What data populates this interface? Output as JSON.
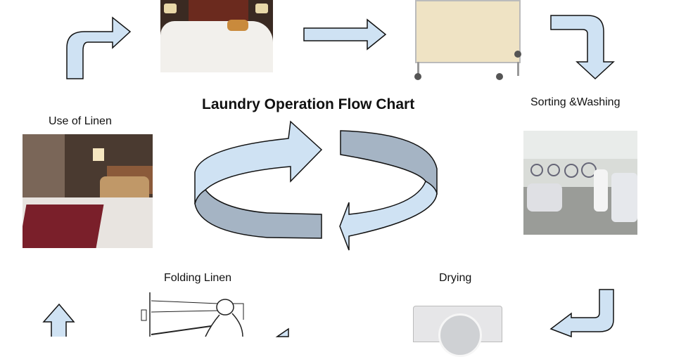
{
  "title": "Laundry Operation Flow Chart",
  "steps": {
    "sorting_washing": "Sorting &Washing",
    "use_of_linen": "Use of Linen",
    "folding_linen": "Folding Linen",
    "drying": "Drying"
  },
  "colors": {
    "arrow_light": "#cfe2f3",
    "arrow_dark": "#a5b4c4",
    "outline": "#111111"
  }
}
